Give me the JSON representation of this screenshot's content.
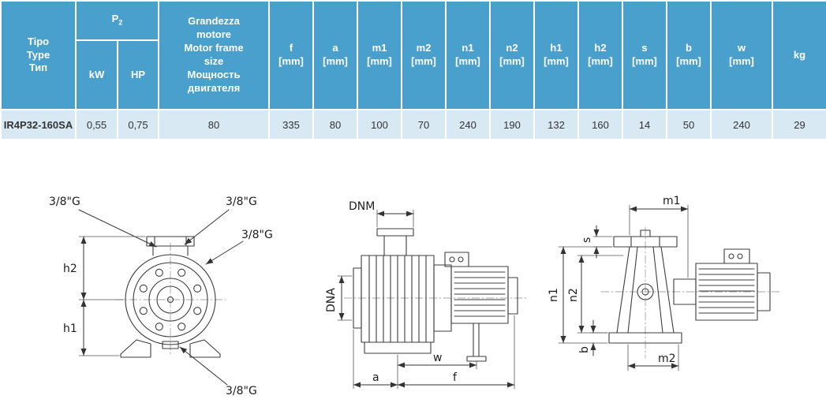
{
  "colors": {
    "header_bg": "#4AA0CC",
    "row_bg": "#D8E9F4"
  },
  "table": {
    "header": {
      "tipo": "Tipo\nType\nТип",
      "p2": "P",
      "p2_sub": "2",
      "kw": "kW",
      "hp": "HP",
      "motor": "Grandezza\nmotore\nMotor frame\nsize\nМощность\nдвигателя",
      "kg": "kg"
    },
    "dims": [
      {
        "label": "f",
        "unit": "[mm]"
      },
      {
        "label": "a",
        "unit": "[mm]"
      },
      {
        "label": "m1",
        "unit": "[mm]"
      },
      {
        "label": "m2",
        "unit": "[mm]"
      },
      {
        "label": "n1",
        "unit": "[mm]"
      },
      {
        "label": "n2",
        "unit": "[mm]"
      },
      {
        "label": "h1",
        "unit": "[mm]"
      },
      {
        "label": "h2",
        "unit": "[mm]"
      },
      {
        "label": "s",
        "unit": "[mm]"
      },
      {
        "label": "b",
        "unit": "[mm]"
      },
      {
        "label": "w",
        "unit": "[mm]"
      }
    ],
    "row": {
      "type": "IR4P32-160SA",
      "kw": "0,55",
      "hp": "0,75",
      "motor": "80",
      "values": [
        "335",
        "80",
        "100",
        "70",
        "240",
        "190",
        "132",
        "160",
        "14",
        "50",
        "240"
      ],
      "kg": "29"
    }
  },
  "drawings": {
    "front": {
      "plug_top_left": "3/8\"G",
      "plug_top_right": "3/8\"G",
      "plug_right": "3/8\"G",
      "plug_bottom": "3/8\"G",
      "dim_h2": "h2",
      "dim_h1": "h1"
    },
    "side": {
      "dim_dnm": "DNM",
      "dim_dna": "DNA",
      "dim_w": "w",
      "dim_a": "a",
      "dim_f": "f"
    },
    "rear": {
      "dim_m1": "m1",
      "dim_s": "s",
      "dim_n1": "n1",
      "dim_n2": "n2",
      "dim_b": "b",
      "dim_m2": "m2"
    }
  }
}
